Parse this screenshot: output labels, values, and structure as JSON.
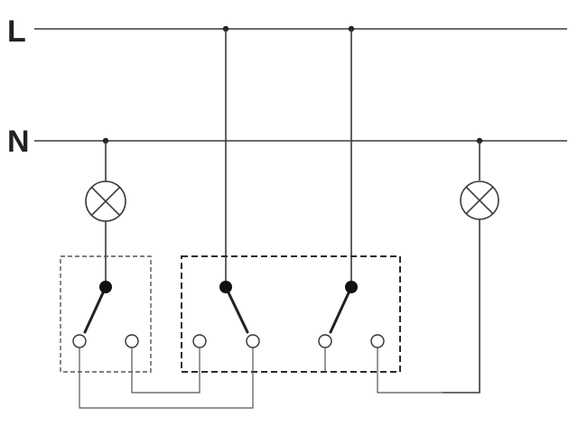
{
  "rails": {
    "live_label": "L",
    "neutral_label": "N"
  },
  "components": {
    "lamps": [
      "lamp-left",
      "lamp-right"
    ],
    "switch_boxes": [
      "single-switch-box",
      "double-switch-box"
    ],
    "switches": [
      "switch-1",
      "switch-2",
      "switch-3"
    ]
  },
  "colors": {
    "line": "#3a3a3a",
    "fill": "#ffffff",
    "pivot": "#111111"
  }
}
